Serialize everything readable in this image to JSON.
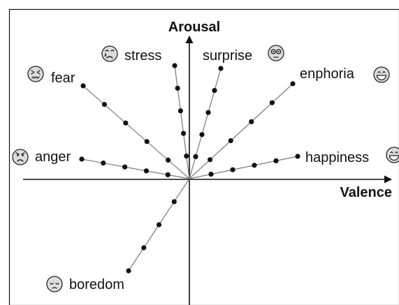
{
  "axes": {
    "x_label": "Valence",
    "y_label": "Arousal"
  },
  "emotions": [
    {
      "id": "stress",
      "label": "stress",
      "icon": "crying-face-icon"
    },
    {
      "id": "surprise",
      "label": "surprise",
      "icon": "dizzy-eyes-face-icon"
    },
    {
      "id": "fear",
      "label": "fear",
      "icon": "confounded-face-icon"
    },
    {
      "id": "enphoria",
      "label": "enphoria",
      "icon": "grinning-face-icon"
    },
    {
      "id": "anger",
      "label": "anger",
      "icon": "angry-face-icon"
    },
    {
      "id": "happiness",
      "label": "happiness",
      "icon": "grinning-face-icon"
    },
    {
      "id": "boredom",
      "label": "boredom",
      "icon": "pensive-face-icon"
    }
  ],
  "colors": {
    "line": "#777777",
    "dot": "#111111",
    "icon_fill": "#dcdcdc",
    "icon_stroke": "#222222"
  }
}
